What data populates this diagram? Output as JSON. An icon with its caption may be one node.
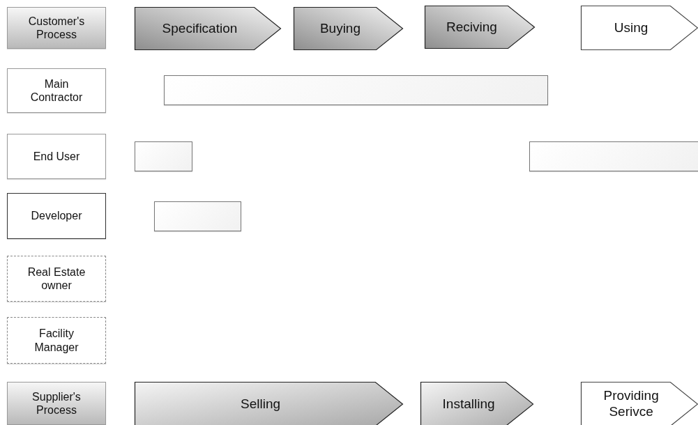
{
  "diagram": {
    "nodes": [
      {
        "text": [
          "Customer's Process"
        ]
      },
      {
        "text": [
          "Specification"
        ]
      },
      {
        "text": [
          "Buying"
        ]
      },
      {
        "text": [
          "Reciving"
        ]
      },
      {
        "text": [
          "Using"
        ]
      },
      {
        "text": [
          "Main Contractor"
        ]
      },
      {
        "text": [],
        "shape": "bar"
      },
      {
        "text": [
          "End User"
        ]
      },
      {
        "text": [],
        "shape": "bar"
      },
      {
        "text": [],
        "shape": "bar"
      },
      {
        "text": [
          "Developer"
        ]
      },
      {
        "text": [],
        "shape": "bar"
      },
      {
        "text": [
          "Real Estate owner"
        ]
      },
      {
        "text": [
          "Facility Manager"
        ]
      },
      {
        "text": [
          "Supplier's Process"
        ]
      },
      {
        "text": [
          "Selling"
        ]
      },
      {
        "text": [
          "Installing"
        ]
      },
      {
        "text": [
          "Providing Serivce"
        ]
      }
    ]
  }
}
